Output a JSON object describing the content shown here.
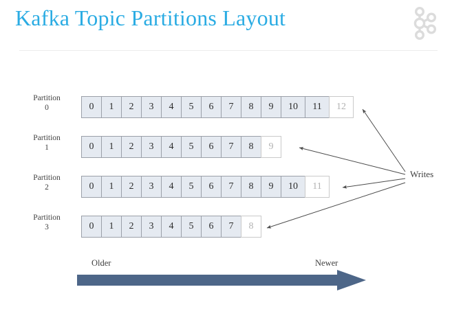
{
  "header": {
    "title": "Kafka Topic Partitions Layout",
    "logo_icon": "kafka-logo-icon"
  },
  "diagram": {
    "type": "partition-layout",
    "writes_label": "Writes",
    "older_label": "Older",
    "newer_label": "Newer",
    "timeline_arrow_color": "#4d6688",
    "filled_cell_color": "#e5eaf1",
    "empty_cell_color": "#ffffff",
    "title_color": "#2bace3",
    "partitions": [
      {
        "name": "Partition",
        "index": "0",
        "filled_offsets": [
          "0",
          "1",
          "2",
          "3",
          "4",
          "5",
          "6",
          "7",
          "8",
          "9",
          "10",
          "11"
        ],
        "next_offset": "12"
      },
      {
        "name": "Partition",
        "index": "1",
        "filled_offsets": [
          "0",
          "1",
          "2",
          "3",
          "4",
          "5",
          "6",
          "7",
          "8"
        ],
        "next_offset": "9"
      },
      {
        "name": "Partition",
        "index": "2",
        "filled_offsets": [
          "0",
          "1",
          "2",
          "3",
          "4",
          "5",
          "6",
          "7",
          "8",
          "9",
          "10"
        ],
        "next_offset": "11"
      },
      {
        "name": "Partition",
        "index": "3",
        "filled_offsets": [
          "0",
          "1",
          "2",
          "3",
          "4",
          "5",
          "6",
          "7"
        ],
        "next_offset": "8"
      }
    ]
  }
}
